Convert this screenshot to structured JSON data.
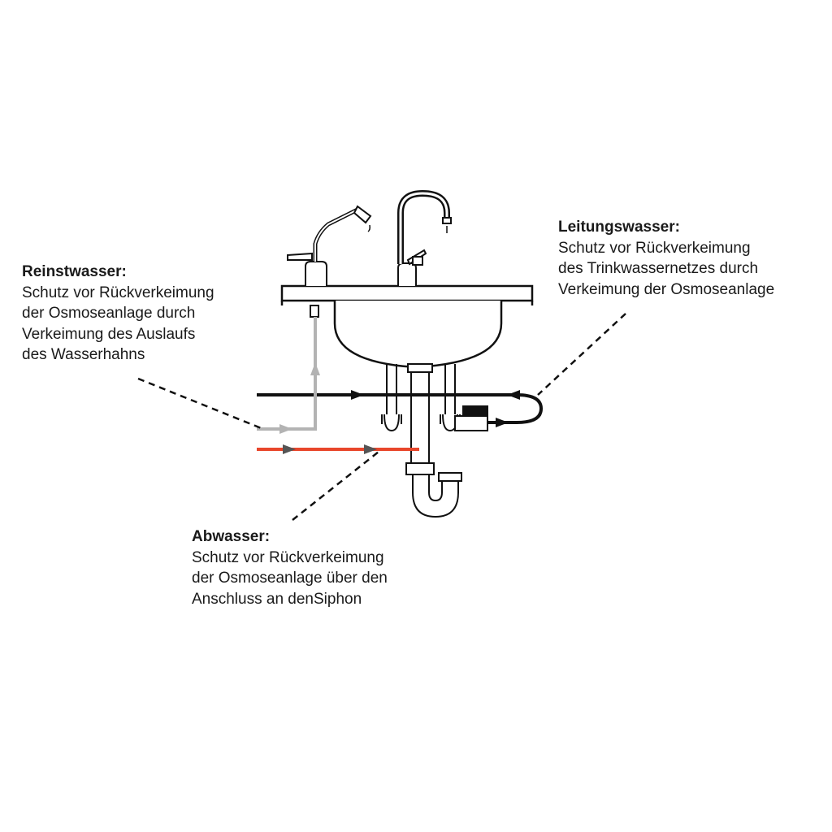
{
  "colors": {
    "outline": "#111111",
    "pure_water_line": "#b3b3b3",
    "waste_water_line": "#e8462b",
    "tap_water_line": "#111111"
  },
  "annotations": {
    "reinstwasser": {
      "heading": "Reinstwasser:",
      "lines": [
        "Schutz vor Rückverkeimung",
        "der Osmoseanlage durch",
        "Verkeimung des Auslaufs",
        "des Wasserhahns"
      ]
    },
    "leitungswasser": {
      "heading": "Leitungswasser:",
      "lines": [
        "Schutz vor Rückverkeimung",
        "des Trinkwassernetzes durch",
        "Verkeimung der Osmoseanlage"
      ]
    },
    "abwasser": {
      "heading": "Abwasser:",
      "lines": [
        "Schutz vor Rückverkeimung",
        "der Osmoseanlage über den",
        "Anschluss an denSiphon"
      ]
    }
  }
}
